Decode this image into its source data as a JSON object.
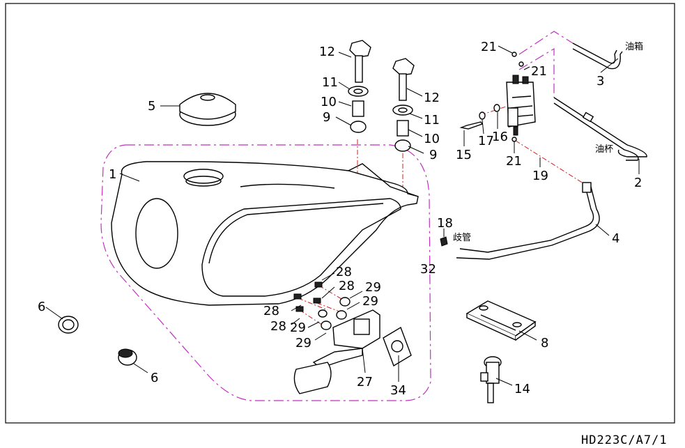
{
  "callouts": {
    "p1": "1",
    "p2": "2",
    "p3": "3",
    "p4": "4",
    "p5": "5",
    "p6a": "6",
    "p6b": "6",
    "p8": "8",
    "p9a": "9",
    "p9b": "9",
    "p10a": "10",
    "p10b": "10",
    "p11a": "11",
    "p11b": "11",
    "p12a": "12",
    "p12b": "12",
    "p14": "14",
    "p15": "15",
    "p16": "16",
    "p17": "17",
    "p18": "18",
    "p19": "19",
    "p21a": "21",
    "p21b": "21",
    "p21c": "21",
    "p27": "27",
    "p28a": "28",
    "p28b": "28",
    "p28c": "28",
    "p28d": "28",
    "p29a": "29",
    "p29b": "29",
    "p29c": "29",
    "p29d": "29",
    "p32": "32",
    "p34": "34"
  },
  "labels": {
    "fuel_tank": "油箱",
    "fuel_cup": "油杯",
    "manifold": "歧管"
  },
  "drawing_code": "HD223C/A7/1",
  "colors": {
    "group_outline": "#c030c0",
    "hose_route": "#d02020",
    "ink": "#000000"
  }
}
